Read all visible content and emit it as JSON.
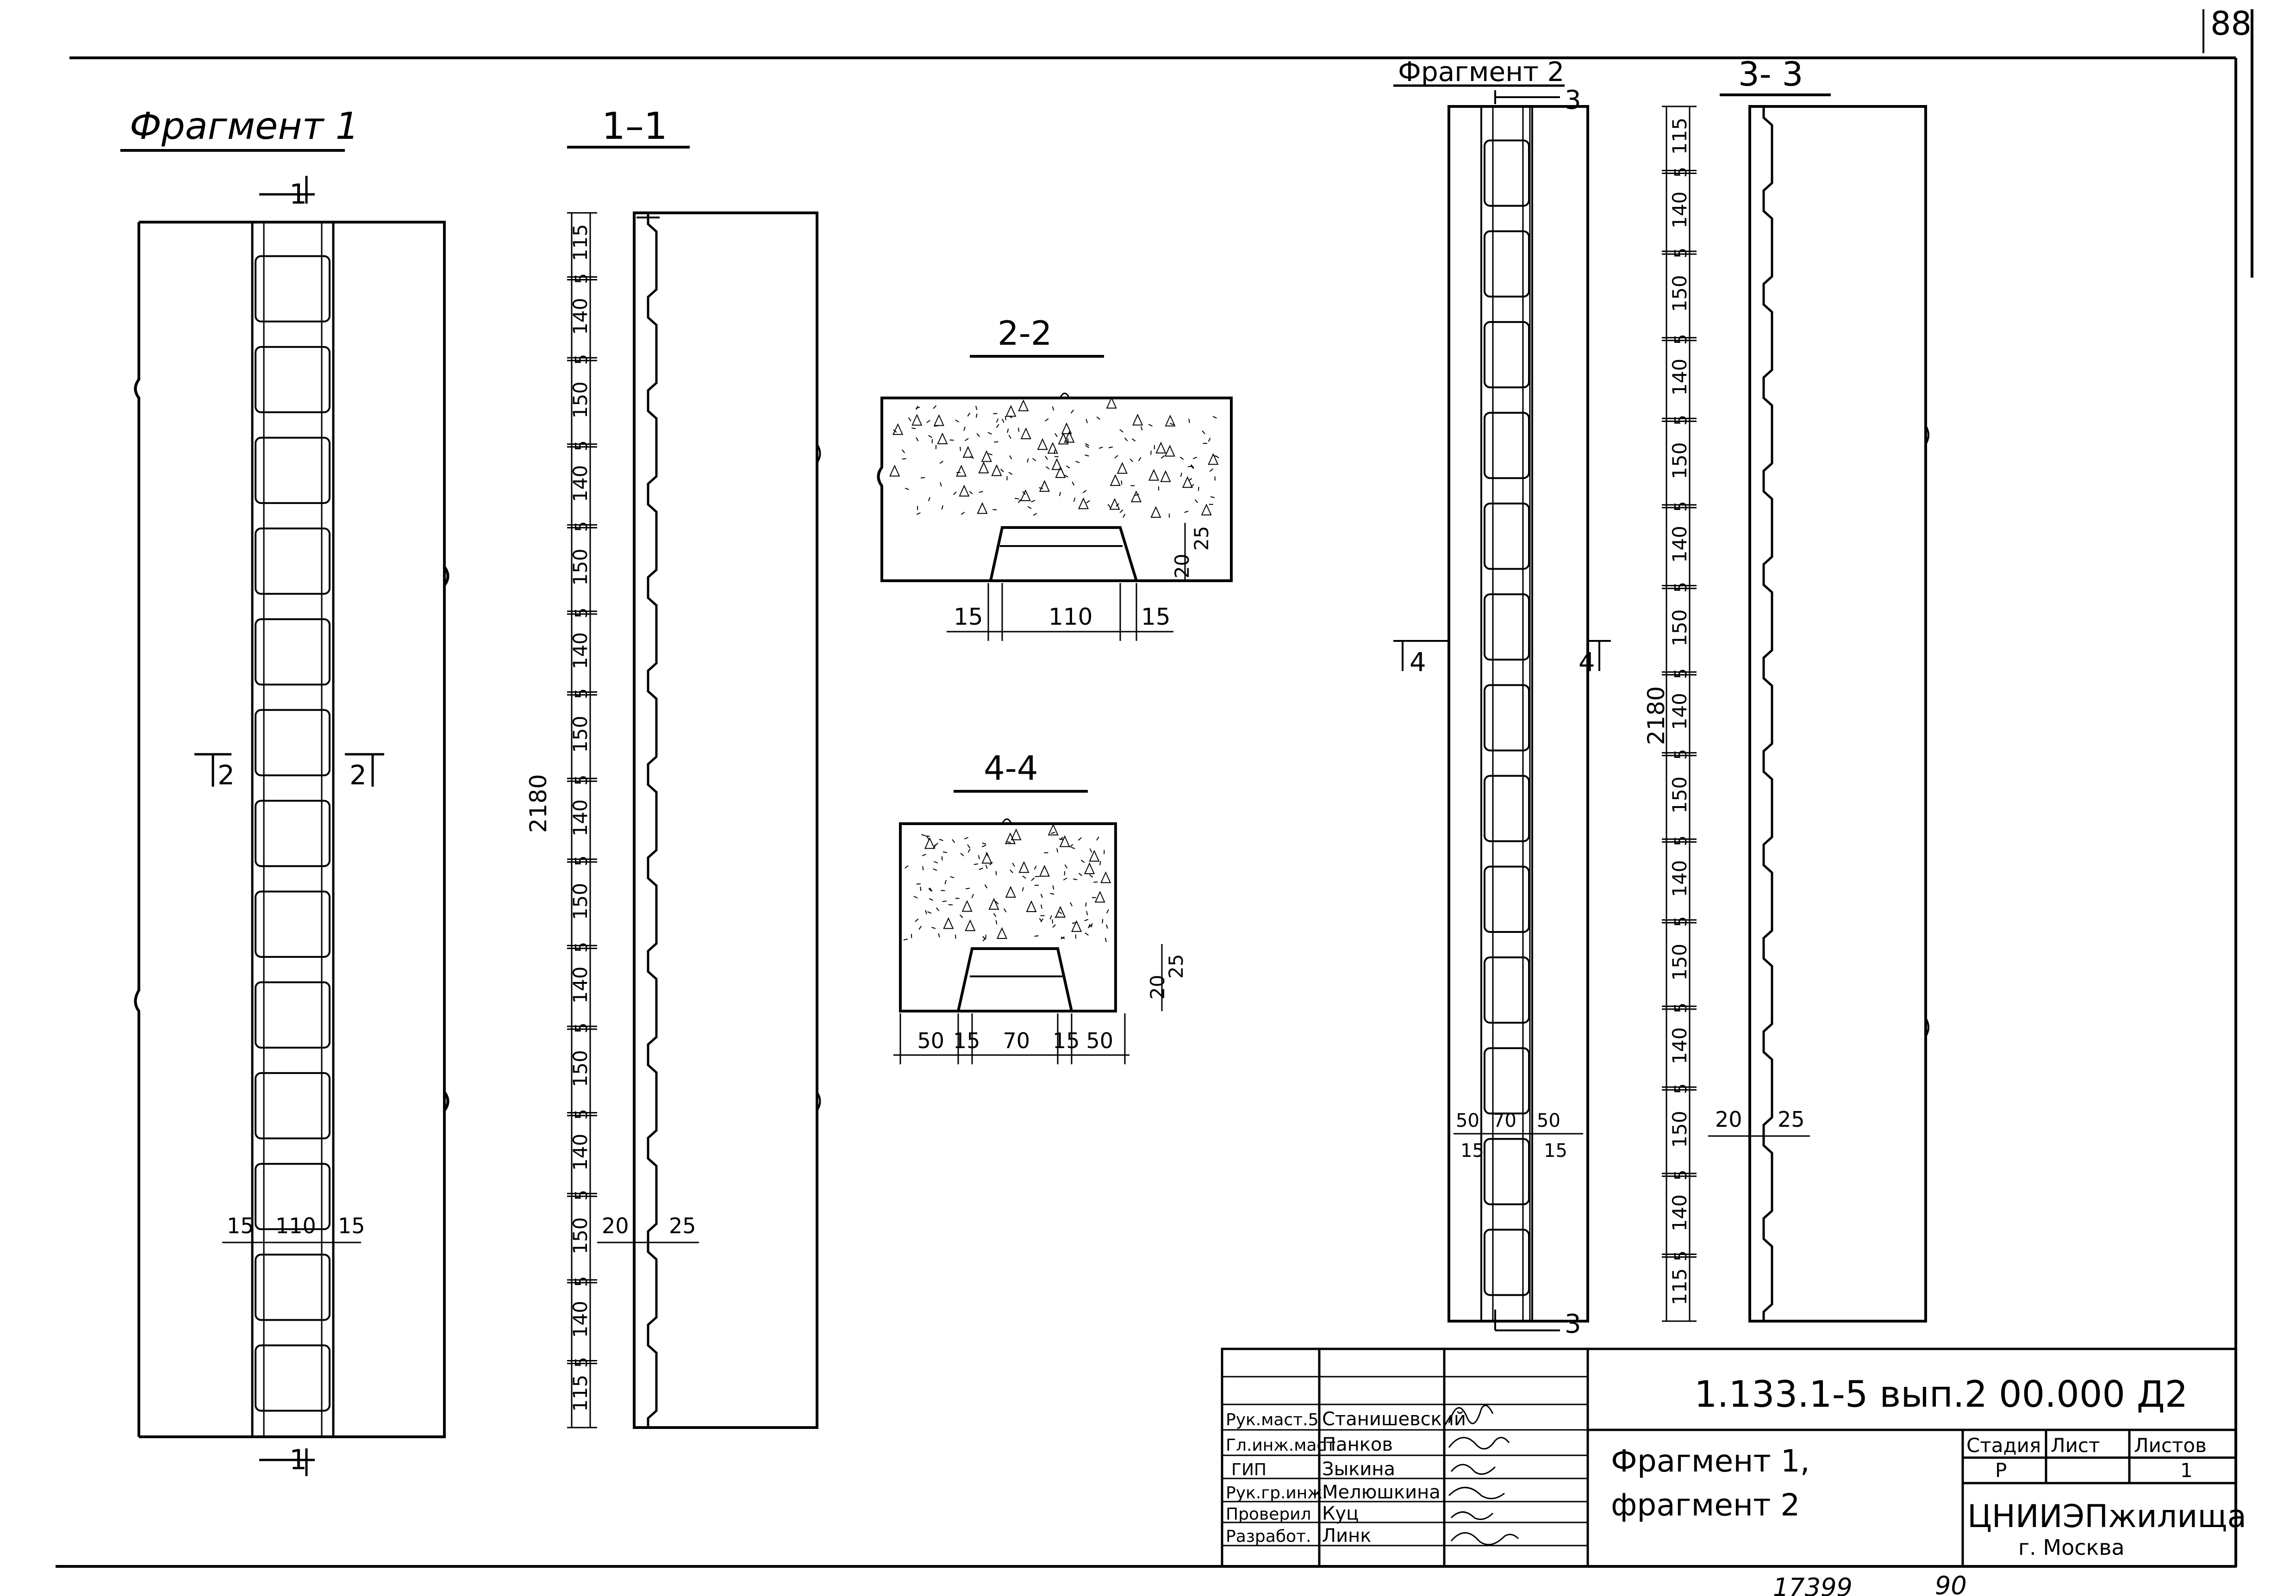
{
  "sheet": {
    "page_number": "88",
    "bottom_left": "17399",
    "bottom_right": "90"
  },
  "views": {
    "fragment1": {
      "title": "Фрагмент 1",
      "cut_1_top": "1",
      "cut_1_bottom": "1",
      "cut_2_left": "2",
      "cut_2_right": "2",
      "dim_left": "15",
      "dim_mid": "110",
      "dim_right": "15"
    },
    "section_1_1": {
      "title": "1–1",
      "overall": "2180",
      "segments": [
        "115",
        "5",
        "140",
        "5",
        "150",
        "5",
        "140",
        "5",
        "150",
        "5",
        "140",
        "5",
        "150",
        "5",
        "140",
        "5",
        "150",
        "5",
        "140",
        "5",
        "150",
        "5",
        "140",
        "5",
        "150",
        "5",
        "140",
        "5",
        "115"
      ],
      "dim_20": "20",
      "dim_25": "25"
    },
    "section_2_2": {
      "title": "2-2",
      "dim_left": "15",
      "dim_mid": "110",
      "dim_right": "15",
      "dim_25": "25",
      "dim_20": "20"
    },
    "section_4_4": {
      "title": "4-4",
      "dims": [
        "50",
        "15",
        "70",
        "15",
        "50"
      ],
      "dim_25": "25",
      "dim_20": "20"
    },
    "fragment2": {
      "title": "Фрагмент 2",
      "cut_3_top": "3",
      "cut_3_bottom": "3",
      "cut_4_left": "4",
      "cut_4_right": "4",
      "dims_top": [
        "50",
        "70",
        "50"
      ],
      "dims_bottom": [
        "15",
        "15"
      ]
    },
    "section_3_3": {
      "title": "3- 3",
      "overall": "2180",
      "segments": [
        "115",
        "5",
        "140",
        "5",
        "150",
        "5",
        "140",
        "5",
        "150",
        "5",
        "140",
        "5",
        "150",
        "5",
        "140",
        "5",
        "150",
        "5",
        "140",
        "5",
        "150",
        "5",
        "140",
        "5",
        "150",
        "5",
        "140",
        "5",
        "115"
      ],
      "dim_20": "20",
      "dim_25": "25"
    }
  },
  "title_block": {
    "code": "1.133.1-5 вып.2 00.000 Д2",
    "rows": [
      {
        "role": "Рук.маст.5",
        "name": "Станишевский"
      },
      {
        "role": "Гл.инж.маст.",
        "name": "Панков"
      },
      {
        "role": "ГИП",
        "name": "Зыкина"
      },
      {
        "role": "Рук.гр.инж.",
        "name": "Мелюшкина"
      },
      {
        "role": "Проверил",
        "name": "Куц"
      },
      {
        "role": "Разработ.",
        "name": "Линк"
      }
    ],
    "description_line1": "Фрагмент 1,",
    "description_line2": "фрагмент 2",
    "stage_header": "Стадия",
    "sheet_header": "Лист",
    "sheets_header": "Листов",
    "stage_value": "Р",
    "sheet_value": "",
    "sheets_value": "1",
    "organization": "ЦНИИЭПжилища",
    "city": "г. Москва"
  }
}
